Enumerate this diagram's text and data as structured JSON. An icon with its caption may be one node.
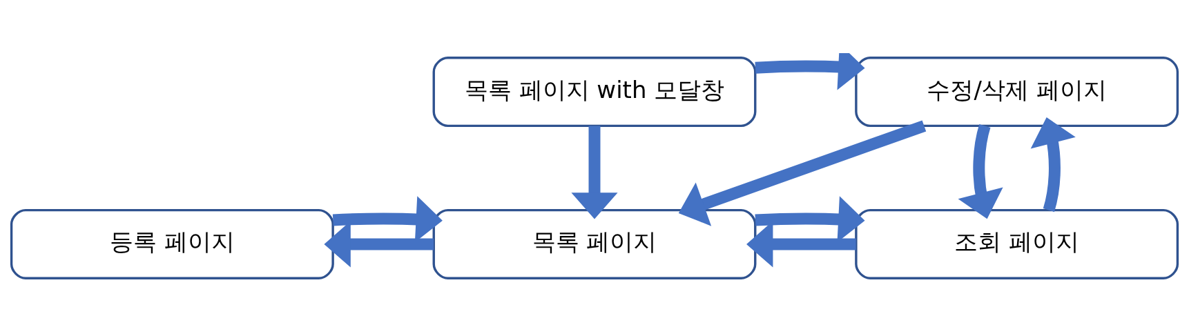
{
  "diagram": {
    "nodes": [
      {
        "text": [
          "목록 페이지 with 모달창"
        ]
      },
      {
        "text": [
          "수정/삭제 페이지"
        ]
      },
      {
        "text": [
          "등록 페이지"
        ]
      },
      {
        "text": [
          "조회 페이지"
        ]
      },
      {
        "text": [
          "목록 페이지"
        ]
      }
    ],
    "edges": [
      {
        "from": 0,
        "to": 1,
        "arrow": "to"
      },
      {
        "from": 0,
        "to": 4,
        "arrow": "to"
      },
      {
        "from": 1,
        "to": 4,
        "arrow": "to"
      },
      {
        "from": 1,
        "to": 3,
        "arrow": "to"
      },
      {
        "from": 3,
        "to": 1,
        "arrow": "to"
      },
      {
        "from": 4,
        "to": 2,
        "arrow": "to"
      },
      {
        "from": 2,
        "to": 4,
        "arrow": "to"
      },
      {
        "from": 3,
        "to": 4,
        "arrow": "to"
      },
      {
        "from": 4,
        "to": 3,
        "arrow": "to"
      }
    ]
  }
}
